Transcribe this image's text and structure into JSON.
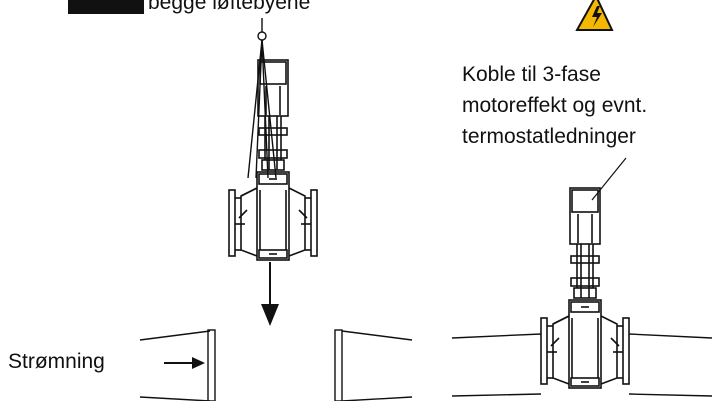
{
  "labels": {
    "top_left": "begge løftebyene",
    "motor_power_line1": "Koble til 3-fase",
    "motor_power_line2": "motoreffekt og evnt.",
    "motor_power_line3": "termostatledninger",
    "flow": "Strømning"
  },
  "icons": {
    "warning": "high-voltage-warning-icon",
    "flow_arrow": "arrow-right-icon",
    "lift_arrow": "arrow-down-icon"
  },
  "colors": {
    "warning_fill": "#f5b800",
    "line": "#111111"
  }
}
